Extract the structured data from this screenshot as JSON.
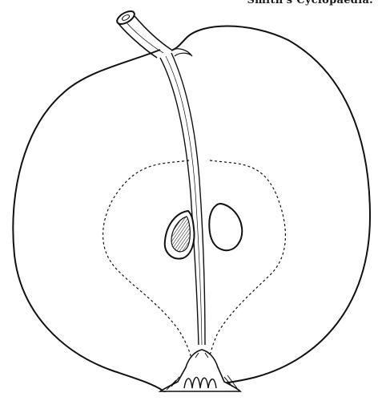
{
  "caption": "Smith's Cyclopaedia.",
  "figure": {
    "subject": "apple-longitudinal-section",
    "seed_count": 2,
    "colors": {
      "ink": "#111111",
      "paper": "#ffffff"
    }
  }
}
